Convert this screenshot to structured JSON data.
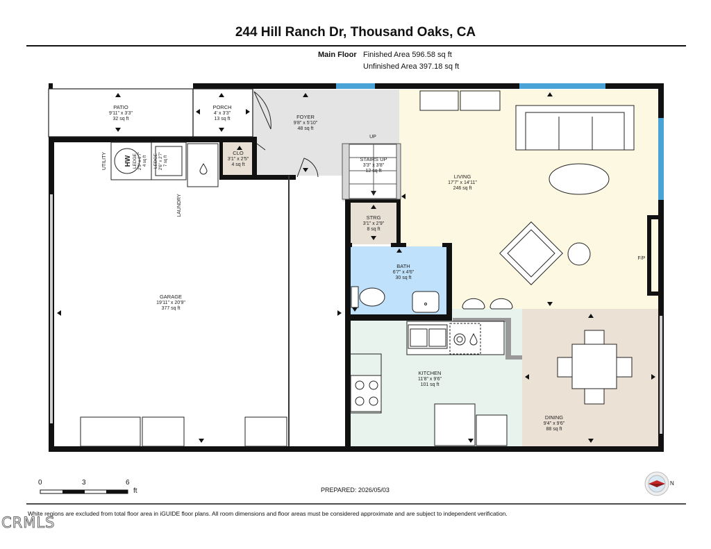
{
  "title": "244 Hill Ranch Dr, Thousand Oaks, CA",
  "floor": {
    "name": "Main Floor",
    "finished": "Finished Area 596.58 sq ft",
    "unfinished": "Unfinished Area 397.18 sq ft"
  },
  "rooms": {
    "patio": {
      "name": "PATIO",
      "dims": "9'11\" x 3'3\"",
      "area": "32 sq ft"
    },
    "porch": {
      "name": "PORCH",
      "dims": "4' x 3'3\"",
      "area": "13 sq ft"
    },
    "foyer": {
      "name": "FOYER",
      "dims": "9'8\" x 5'10\"",
      "area": "48 sq ft"
    },
    "clo": {
      "name": "CLO",
      "dims": "3'1\" x 2'5\"",
      "area": "4 sq ft"
    },
    "ledge1": {
      "name": "LEDGE",
      "dims": "2'5\" x 1'7\"",
      "area": "4 sq ft"
    },
    "ledge2": {
      "name": "LEDGE",
      "dims": "2'6\" x 2'7\"",
      "area": "7 sq ft"
    },
    "stairs": {
      "name": "STAIRS UP",
      "dims": "3'3\" x 3'8\"",
      "area": "12 sq ft"
    },
    "living": {
      "name": "LIVING",
      "dims": "17'7\" x 14'11\"",
      "area": "246 sq ft"
    },
    "strg": {
      "name": "STRG",
      "dims": "3'1\" x 2'9\"",
      "area": "8 sq ft"
    },
    "bath": {
      "name": "BATH",
      "dims": "6'7\" x 4'6\"",
      "area": "30 sq ft"
    },
    "garage": {
      "name": "GARAGE",
      "dims": "19'11\" x 20'9\"",
      "area": "377 sq ft"
    },
    "kitchen": {
      "name": "KITCHEN",
      "dims": "11'8\" x 9'6\"",
      "area": "101 sq ft"
    },
    "dining": {
      "name": "DINING",
      "dims": "9'4\" x 9'6\"",
      "area": "88 sq ft"
    }
  },
  "labels": {
    "utility": "UTILITY",
    "laundry": "LAUNDRY",
    "hw": "HW",
    "up": "UP",
    "fp": "F/P"
  },
  "scale": {
    "s0": "0",
    "s3": "3",
    "s6": "6",
    "unit": "ft"
  },
  "north_label": "N",
  "prepared": "PREPARED: 2026/05/03",
  "disclaimer": "White regions are excluded from total floor area in iGUIDE floor plans. All room dimensions and floor areas must be considered approximate and are subject to independent verification.",
  "watermark": "CRMLS",
  "colors": {
    "wall": "#111111",
    "living": "#fdf8e1",
    "foyer": "#e4e4e4",
    "bath": "#bfe1fb",
    "kitchen": "#e7f3ec",
    "dining": "#ebe1d4",
    "strg": "#e8e0d5",
    "window": "#4aa3d6"
  }
}
